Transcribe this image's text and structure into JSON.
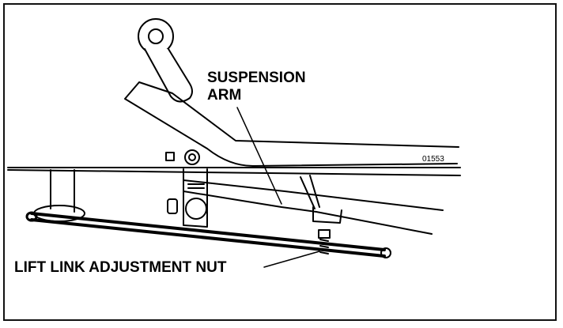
{
  "figure": {
    "callouts": {
      "suspension_line1": "SUSPENSION",
      "suspension_line2": "ARM",
      "lift_link_nut": "LIFT LINK ADJUSTMENT NUT"
    },
    "part_number": "01553",
    "line_color": "#000000",
    "background": "#ffffff"
  }
}
